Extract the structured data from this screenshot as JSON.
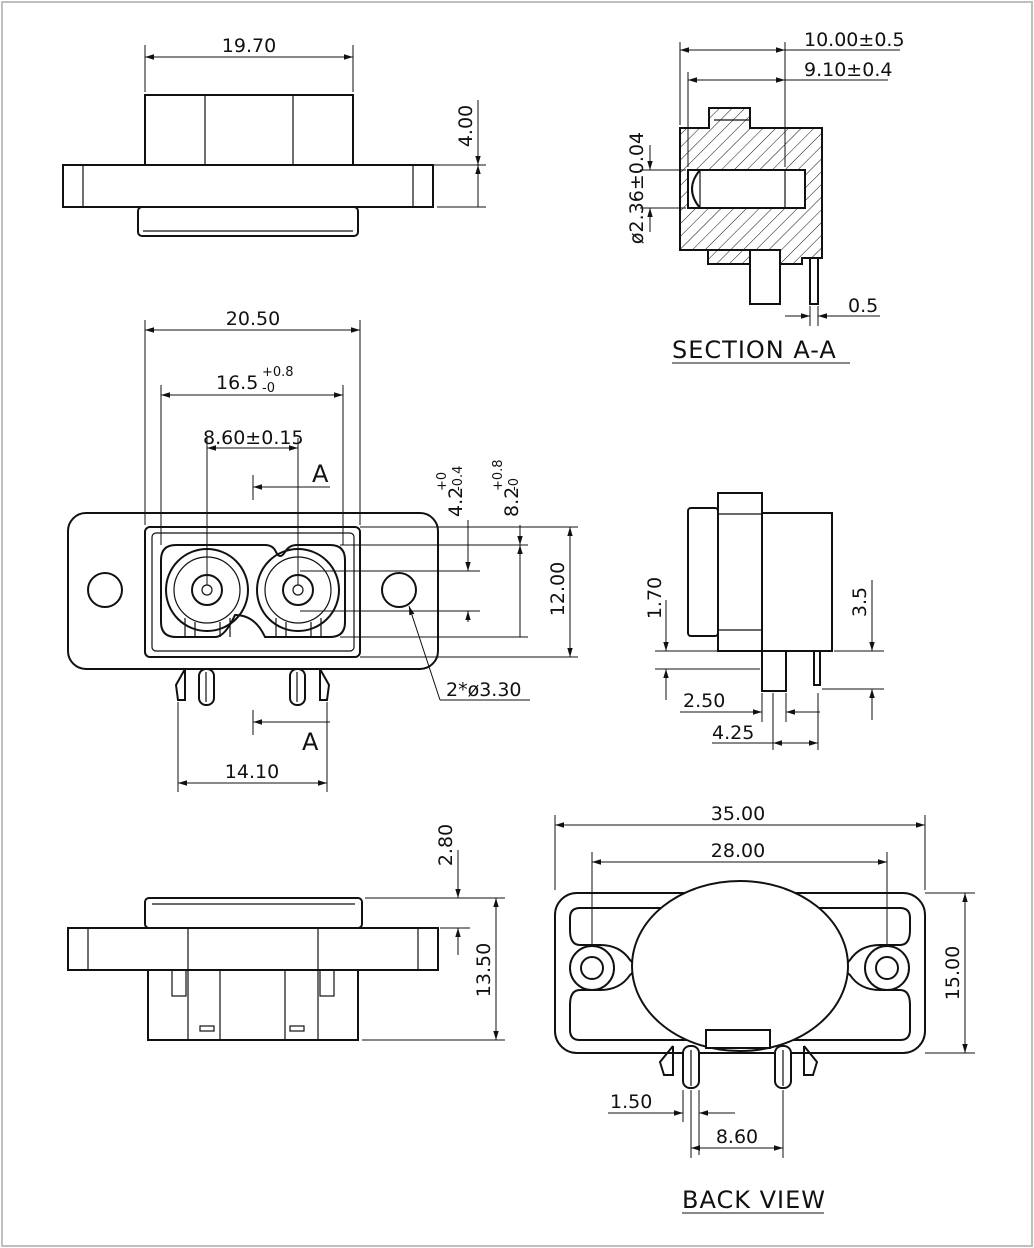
{
  "views": {
    "top": {
      "width": "19.70",
      "height": "4.00"
    },
    "section": {
      "title": "SECTION A-A",
      "depth": "10.00±0.5",
      "depth_inner": "9.10±0.4",
      "pin_diameter": "ø2.36±0.04",
      "pin_thickness": "0.5"
    },
    "front": {
      "width_outer": "20.50",
      "width_inner_base": "16.5",
      "width_inner_tol_plus": "+0.8",
      "width_inner_tol_minus": "-0",
      "pin_pitch": "8.60±0.15",
      "section_mark": "A",
      "dim_small_base": "4.2",
      "dim_small_tol_plus": "+0",
      "dim_small_tol_minus": "-0.4",
      "dim_mid_base": "8.2",
      "dim_mid_tol_plus": "+0.8",
      "dim_mid_tol_minus": "-0",
      "height": "12.00",
      "holes": "2*ø3.30",
      "lug_span": "14.10"
    },
    "side": {
      "d1": "1.70",
      "d2": "3.5",
      "d3": "2.50",
      "d4": "4.25"
    },
    "bottom": {
      "top_offset": "2.80",
      "height": "13.50"
    },
    "back": {
      "title": "BACK VIEW",
      "width": "35.00",
      "hole_pitch": "28.00",
      "height": "15.00",
      "pin_width": "1.50",
      "pin_pitch": "8.60"
    }
  }
}
